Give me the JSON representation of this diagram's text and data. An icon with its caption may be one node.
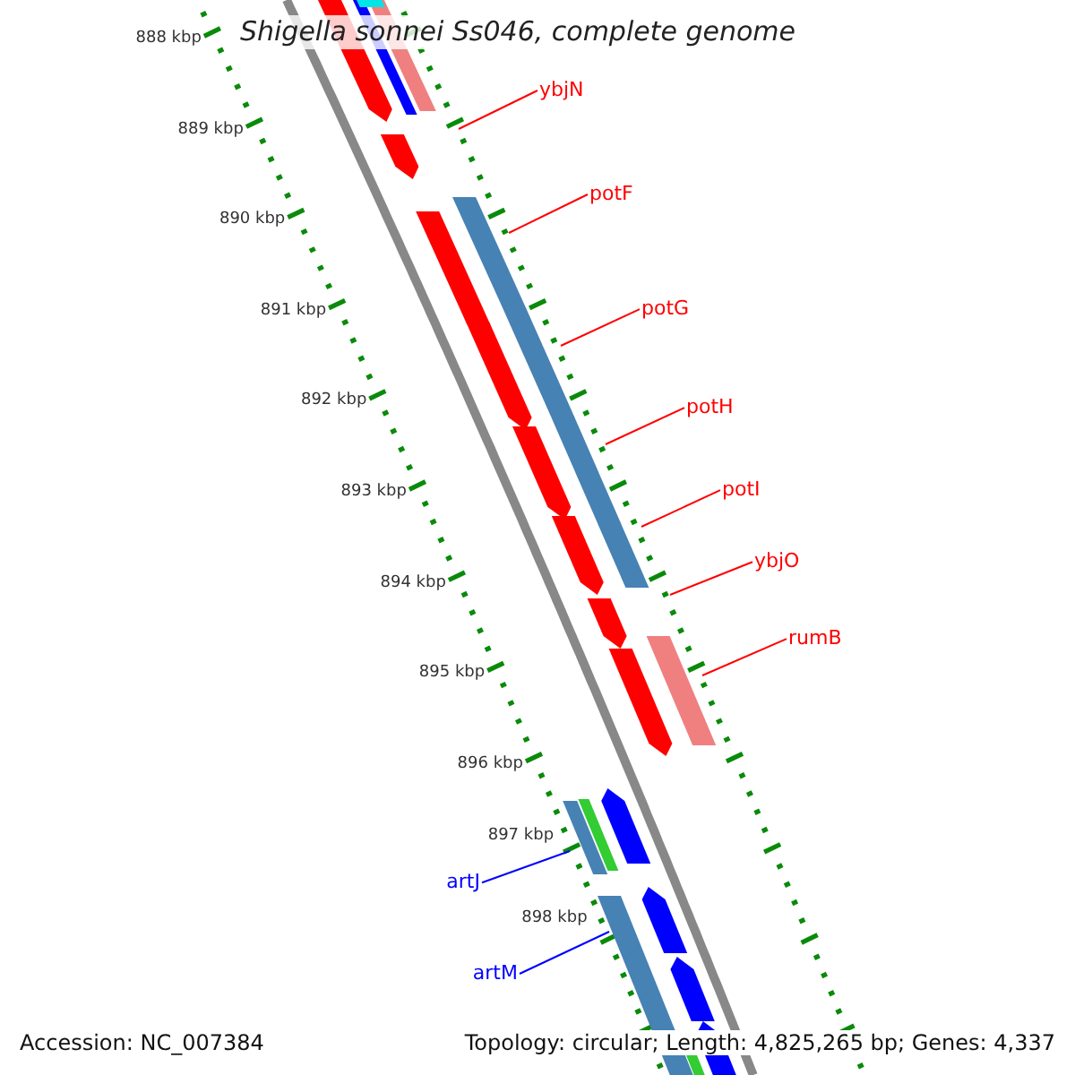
{
  "diagram": {
    "title": "Shigella sonnei Ss046, complete genome",
    "nodes": [
      {
        "text": [
          "ybjN"
        ]
      },
      {
        "text": [
          "potF"
        ]
      },
      {
        "text": [
          "potG"
        ]
      },
      {
        "text": [
          "potH"
        ]
      },
      {
        "text": [
          "potI"
        ]
      },
      {
        "text": [
          "ybjO"
        ]
      },
      {
        "text": [
          "rumB"
        ]
      },
      {
        "text": [
          "artJ"
        ]
      },
      {
        "text": [
          "artM"
        ]
      }
    ],
    "edges": [
      {
        "from": 0,
        "to": null,
        "arrow": "none"
      },
      {
        "from": 1,
        "to": null,
        "arrow": "none"
      },
      {
        "from": 2,
        "to": null,
        "arrow": "none"
      },
      {
        "from": 3,
        "to": null,
        "arrow": "none"
      },
      {
        "from": 4,
        "to": null,
        "arrow": "none"
      },
      {
        "from": 5,
        "to": null,
        "arrow": "none"
      },
      {
        "from": 6,
        "to": null,
        "arrow": "none"
      },
      {
        "from": 7,
        "to": null,
        "arrow": "none",
        "color": "#0000ff"
      },
      {
        "from": 8,
        "to": null,
        "arrow": "none",
        "color": "#0000ff"
      }
    ],
    "labels": [
      "888 kbp",
      "889 kbp",
      "890 kbp",
      "891 kbp",
      "892 kbp",
      "893 kbp",
      "894 kbp",
      "895 kbp",
      "896 kbp",
      "897 kbp",
      "898 kbp",
      "Accession: NC_007384",
      "Topology: circular; Length: 4,825,265 bp; Genes: 4,337"
    ]
  }
}
